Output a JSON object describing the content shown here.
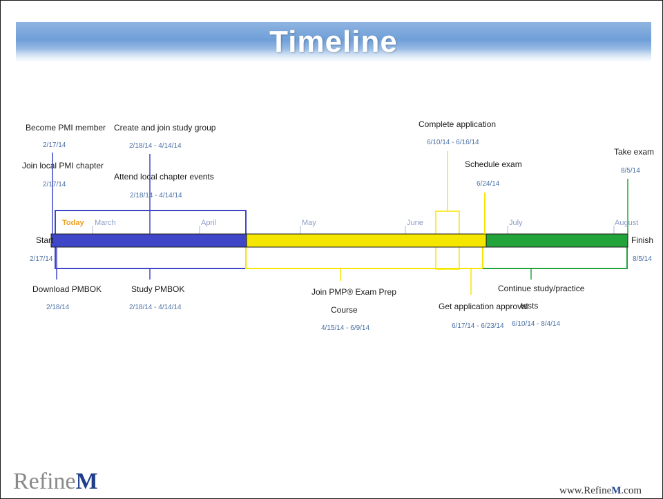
{
  "slide": {
    "title": "Timeline",
    "logo_text": "Refine",
    "logo_emph": "M",
    "footer_prefix": "www.Refine",
    "footer_emph": "M",
    "footer_suffix": ".com"
  },
  "timeline": {
    "start_label": "Start",
    "start_date": "2/17/14",
    "finish_label": "Finish",
    "finish_date": "8/5/14",
    "today_label": "Today",
    "months": [
      "March",
      "April",
      "May",
      "June",
      "July",
      "August"
    ],
    "bar_colors": {
      "phase1": "#3f47c8",
      "phase2": "#f5e600",
      "phase3": "#22a43a"
    },
    "phases": [
      {
        "name": "Study PMBOK",
        "date_range": "2/18/14 - 4/14/14",
        "color": "#3f47c8"
      },
      {
        "name": "Join PMP® Exam Prep Course",
        "date_range": "4/15/14 - 6/9/14",
        "color": "#f5e600"
      },
      {
        "name": "Continue study/practice tests",
        "date_range": "6/10/14 - 8/4/14",
        "color": "#22a43a"
      }
    ]
  },
  "milestones_above": [
    {
      "label": "Become PMI member",
      "date": "2/17/14"
    },
    {
      "label": "Join local PMI chapter",
      "date": "2/17/14"
    },
    {
      "label": "Create and join study group",
      "date": "2/18/14 - 4/14/14"
    },
    {
      "label": "Attend local chapter events",
      "date": "2/18/14 - 4/14/14"
    },
    {
      "label": "Complete application",
      "date": "6/10/14 - 6/16/14"
    },
    {
      "label": "Schedule exam",
      "date": "6/24/14"
    },
    {
      "label": "Take exam",
      "date": "8/5/14"
    }
  ],
  "milestones_below": [
    {
      "label": "Download PMBOK",
      "date": "2/18/14"
    },
    {
      "label": "Study PMBOK",
      "date": "2/18/14 - 4/14/14"
    },
    {
      "label": "Join PMP® Exam Prep",
      "label2": "Course",
      "date": "4/15/14 - 6/9/14"
    },
    {
      "label": "Get application approval",
      "date": "6/17/14 - 6/23/14"
    },
    {
      "label": "Continue study/practice",
      "label2": "tests",
      "date": "6/10/14 - 8/4/14"
    }
  ]
}
